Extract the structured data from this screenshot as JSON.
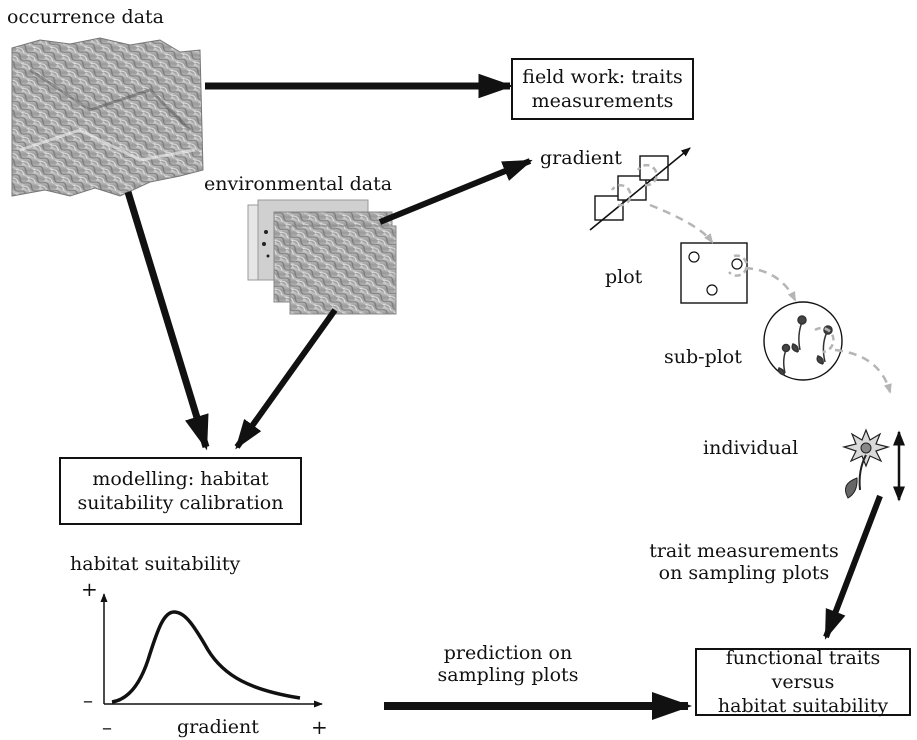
{
  "labels": {
    "occurrence": "occurrence data",
    "environmental": "environmental data",
    "gradient_top": "gradient",
    "plot": "plot",
    "subplot": "sub-plot",
    "individual": "individual",
    "trait_meas_line1": "trait measurements",
    "trait_meas_line2": "on sampling plots",
    "prediction_line1": "prediction on",
    "prediction_line2": "sampling plots",
    "hs_title": "habitat suitability",
    "axis_x": "gradient",
    "y_plus": "+",
    "y_minus": "–",
    "x_minus": "–",
    "x_plus": "+"
  },
  "boxes": {
    "fieldwork_line1": "field work: traits",
    "fieldwork_line2": "measurements",
    "modelling_line1": "modelling: habitat",
    "modelling_line2": "suitability calibration",
    "functional_line1": "functional traits versus",
    "functional_line2": "habitat suitability"
  },
  "icons": [
    "terrain-map-image",
    "environmental-layers-image",
    "gradient-transect-icon",
    "plot-square-icon",
    "subplot-circle-icon",
    "flower-individual-icon",
    "height-arrow-icon"
  ],
  "colors": {
    "arrow": "#111111",
    "dashed": "#b5b5b5",
    "terrain_light": "#e0e0e0",
    "terrain_dark": "#6a6a6a"
  }
}
